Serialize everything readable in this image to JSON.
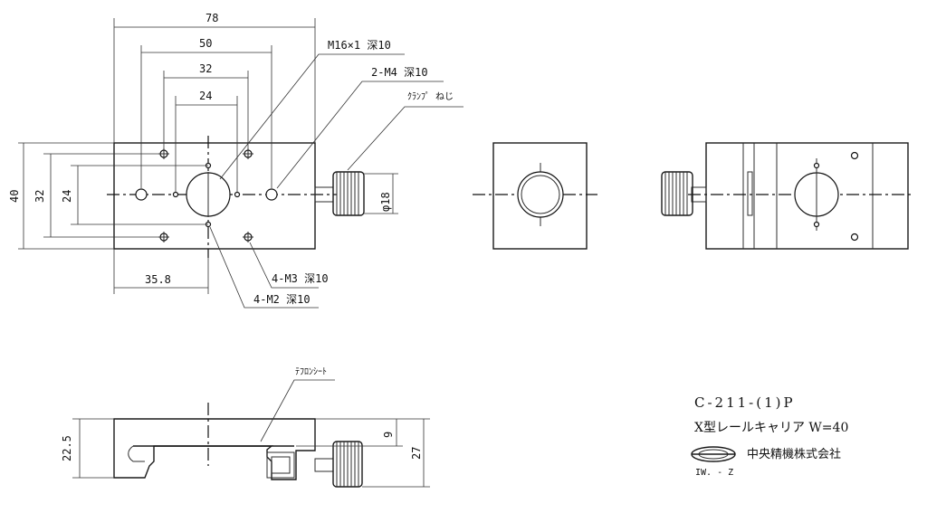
{
  "dimensions": {
    "width_78": "78",
    "width_50": "50",
    "width_32": "32",
    "width_24": "24",
    "height_40": "40",
    "height_32": "32",
    "height_24": "24",
    "offset_35_8": "35.8",
    "bore_dia": "φ18",
    "side_22_5": "22.5",
    "side_9": "9",
    "side_27": "27"
  },
  "callouts": {
    "thread_center": "M16×1 深10",
    "thread_2m4": "2-M4 深10",
    "clamp_screw": "ｸﾗﾝﾌﾟ ねじ",
    "thread_4m3": "4-M3 深10",
    "thread_4m2": "4-M2 深10",
    "teflon_sheet": "ﾃﾌﾛﾝｼｰﾄ"
  },
  "title_block": {
    "part_number": "C-211-(1)P",
    "description": "X型レールキャリア  W=40",
    "company": "中央精機株式会社",
    "logo_code": "IW. - Z"
  }
}
